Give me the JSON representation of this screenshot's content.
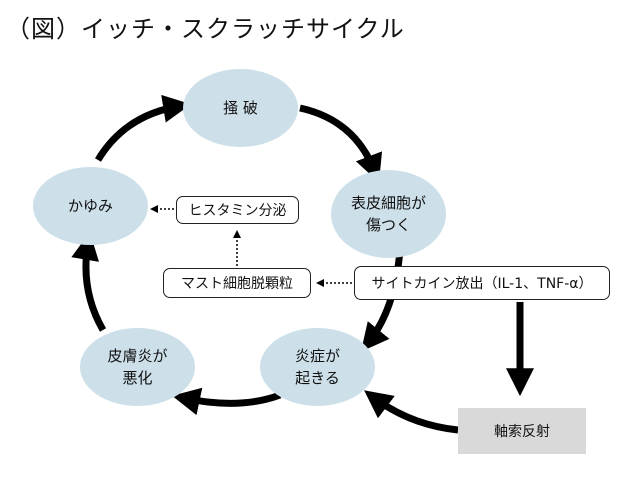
{
  "title": "（図）イッチ・スクラッチサイクル",
  "nodes": {
    "scratch": "掻 破",
    "skin_damage": "表皮細胞が\n傷つく",
    "inflammation": "炎症が\n起きる",
    "worsening": "皮膚炎が\n悪化",
    "itch": "かゆみ"
  },
  "boxes": {
    "histamine": "ヒスタミン分泌",
    "mast_cell": "マスト細胞脱顆粒",
    "cytokine": "サイトカイン放出（IL-1、TNF-α）",
    "axon_reflex": "軸索反射"
  },
  "colors": {
    "node_fill": "#cde0ea",
    "arrow": "#000000",
    "reflex_box": "#d9d9d9"
  }
}
